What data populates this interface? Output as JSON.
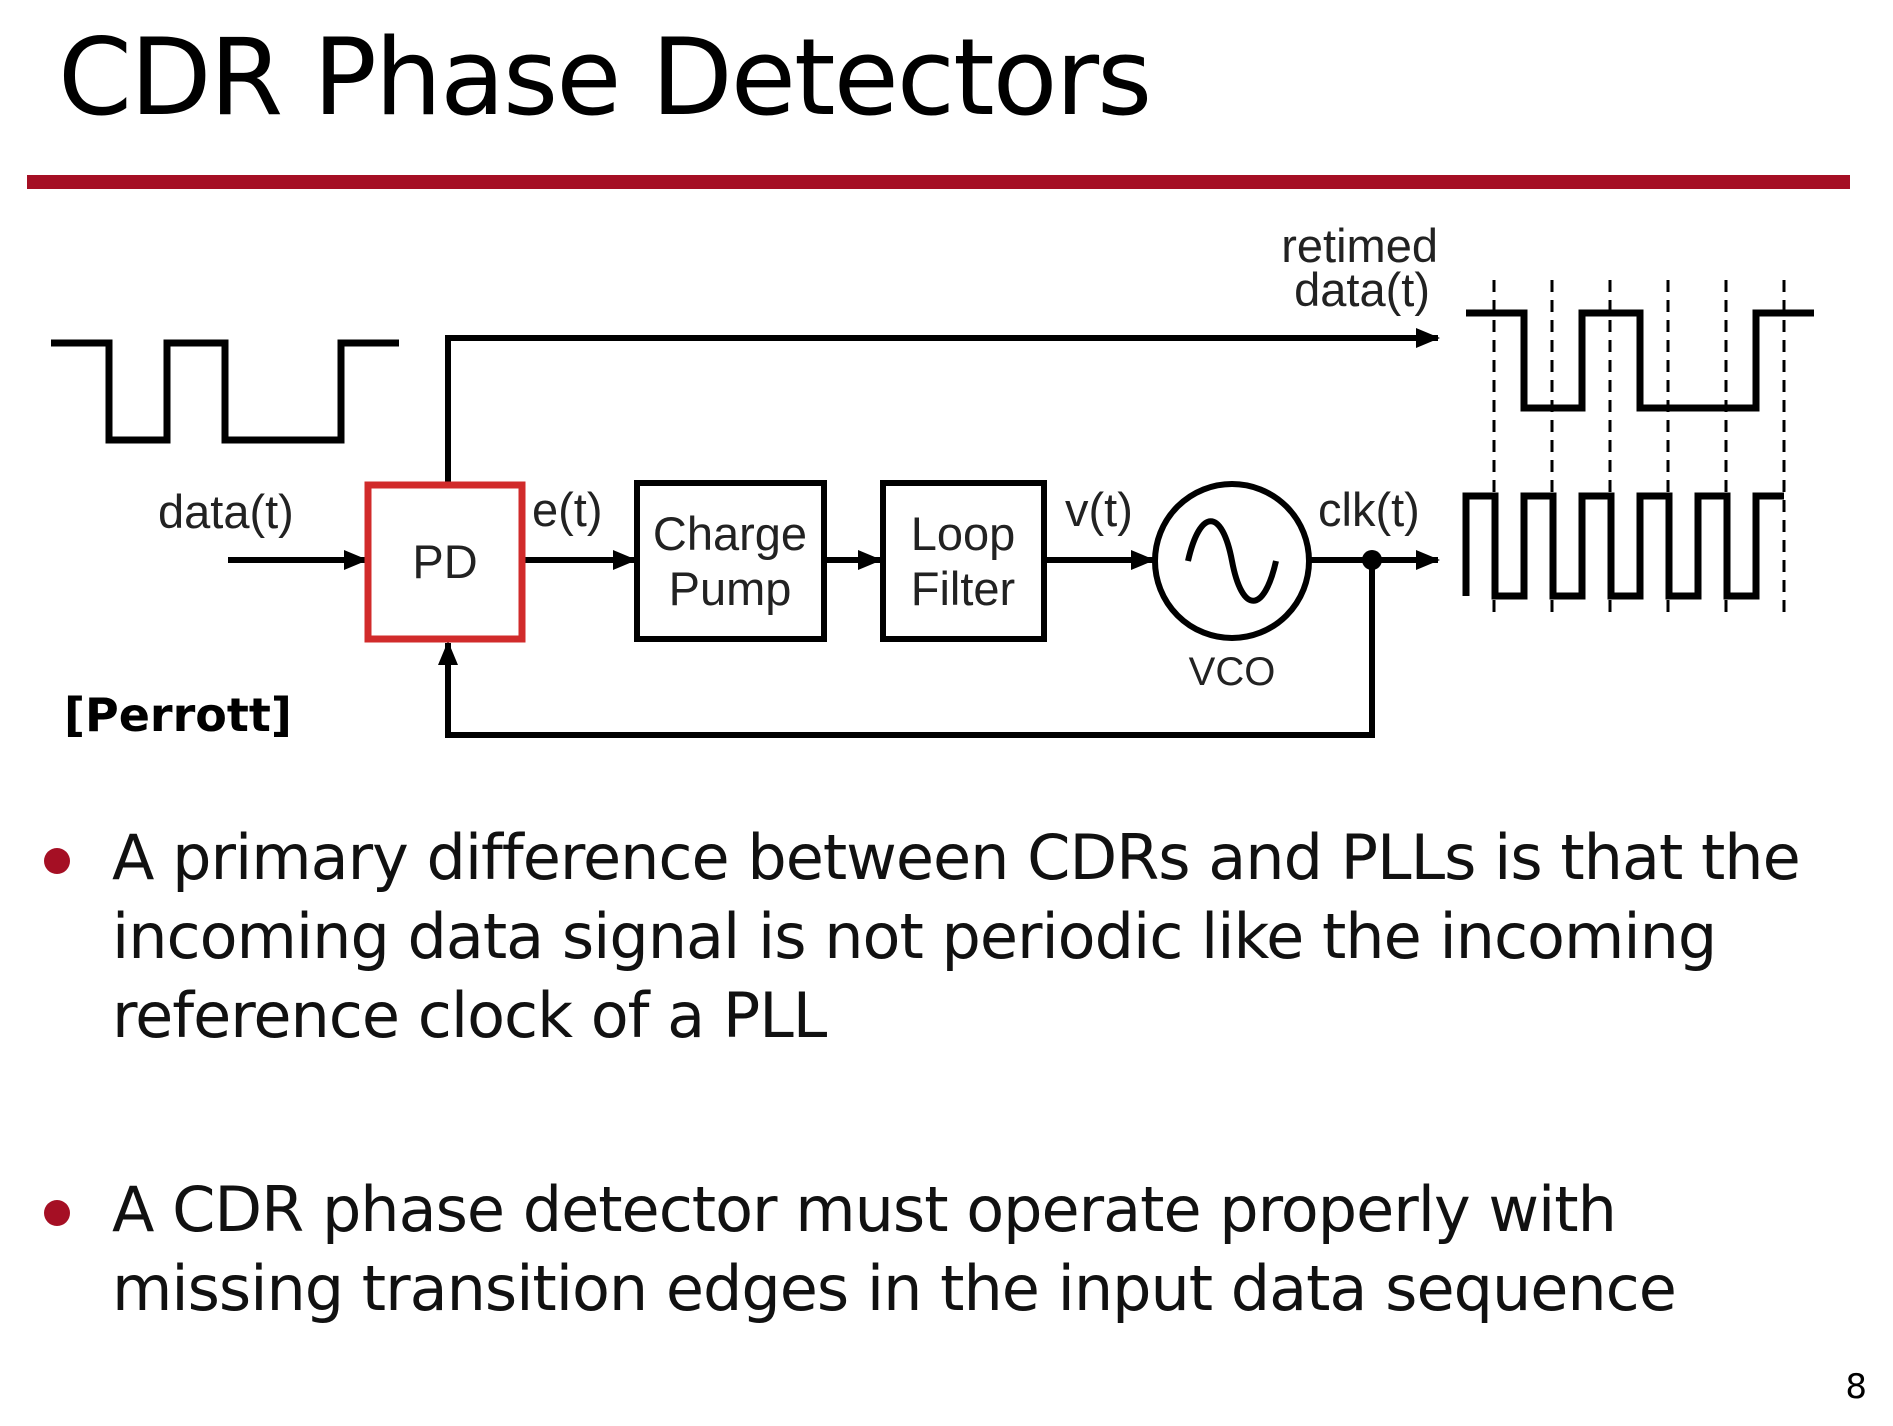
{
  "title": "CDR Phase Detectors",
  "accent_color": "#a50f24",
  "diagram": {
    "block_pd": "PD",
    "block_pd_color": "#d12b2b",
    "block_cp_line1": "Charge",
    "block_cp_line2": "Pump",
    "block_lf_line1": "Loop",
    "block_lf_line2": "Filter",
    "vco_label": "VCO",
    "label_data": "data(t)",
    "label_error": "e(t)",
    "label_voltage": "v(t)",
    "label_clk": "clk(t)",
    "label_retimed_line1": "retimed",
    "label_retimed_line2": "data(t)",
    "input_bits": [
      1,
      0,
      1,
      0,
      0,
      1
    ],
    "retimed_bits": [
      1,
      0,
      1,
      0,
      0,
      1
    ],
    "clock_cycles": 5
  },
  "citation": "[Perrott]",
  "bullets": [
    "A primary difference between CDRs and PLLs is that the incoming data signal is not periodic like the incoming reference clock of a PLL",
    "A CDR phase detector must operate properly with missing transition edges in the input data sequence"
  ],
  "page_number": "8"
}
